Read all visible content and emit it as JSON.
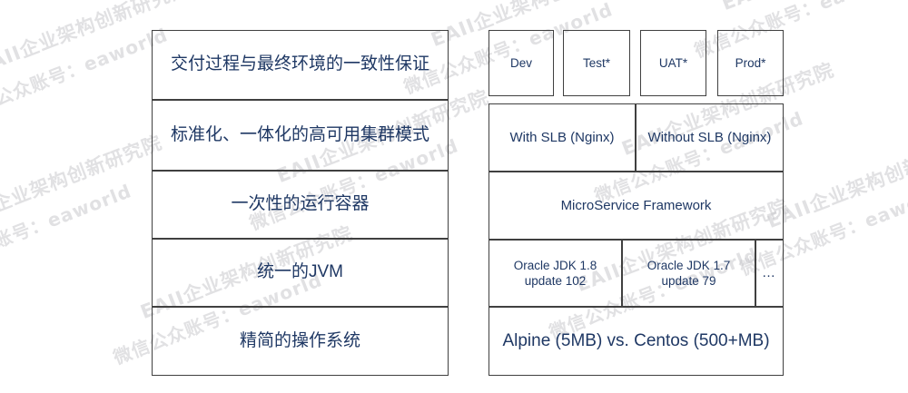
{
  "diagram": {
    "title": "Container platform layered stack comparison",
    "text_color": "#1f3864",
    "border_color": "#404040",
    "background": "#ffffff"
  },
  "watermark": {
    "line_a": "EAII企业架构创新研究院",
    "line_b": "微信公众账号：eaworld",
    "color": "#c9c9cd"
  },
  "left_stack": {
    "name": "capability-stack",
    "layers": [
      {
        "label": "交付过程与最终环境的一致性保证"
      },
      {
        "label": "标准化、一体化的高可用集群模式"
      },
      {
        "label": "一次性的运行容器"
      },
      {
        "label": "统一的JVM"
      },
      {
        "label": "精简的操作系统"
      }
    ]
  },
  "right_stack": {
    "name": "implementation-stack",
    "environments": [
      {
        "label": "Dev"
      },
      {
        "label": "Test*"
      },
      {
        "label": "UAT*"
      },
      {
        "label": "Prod*"
      }
    ],
    "load_balancing": [
      {
        "label": "With SLB (Nginx)"
      },
      {
        "label": "Without SLB (Nginx)"
      }
    ],
    "framework": {
      "label": "MicroService Framework"
    },
    "runtimes": [
      {
        "label": "Oracle JDK 1.8\nupdate 102",
        "line1": "Oracle JDK 1.8",
        "line2": "update 102"
      },
      {
        "label": "Oracle JDK 1.7\nupdate 79",
        "line1": "Oracle JDK 1.7",
        "line2": "update 79"
      },
      {
        "label": "…"
      }
    ],
    "base_image": {
      "label": "Alpine (5MB) vs. Centos (500+MB)"
    }
  }
}
